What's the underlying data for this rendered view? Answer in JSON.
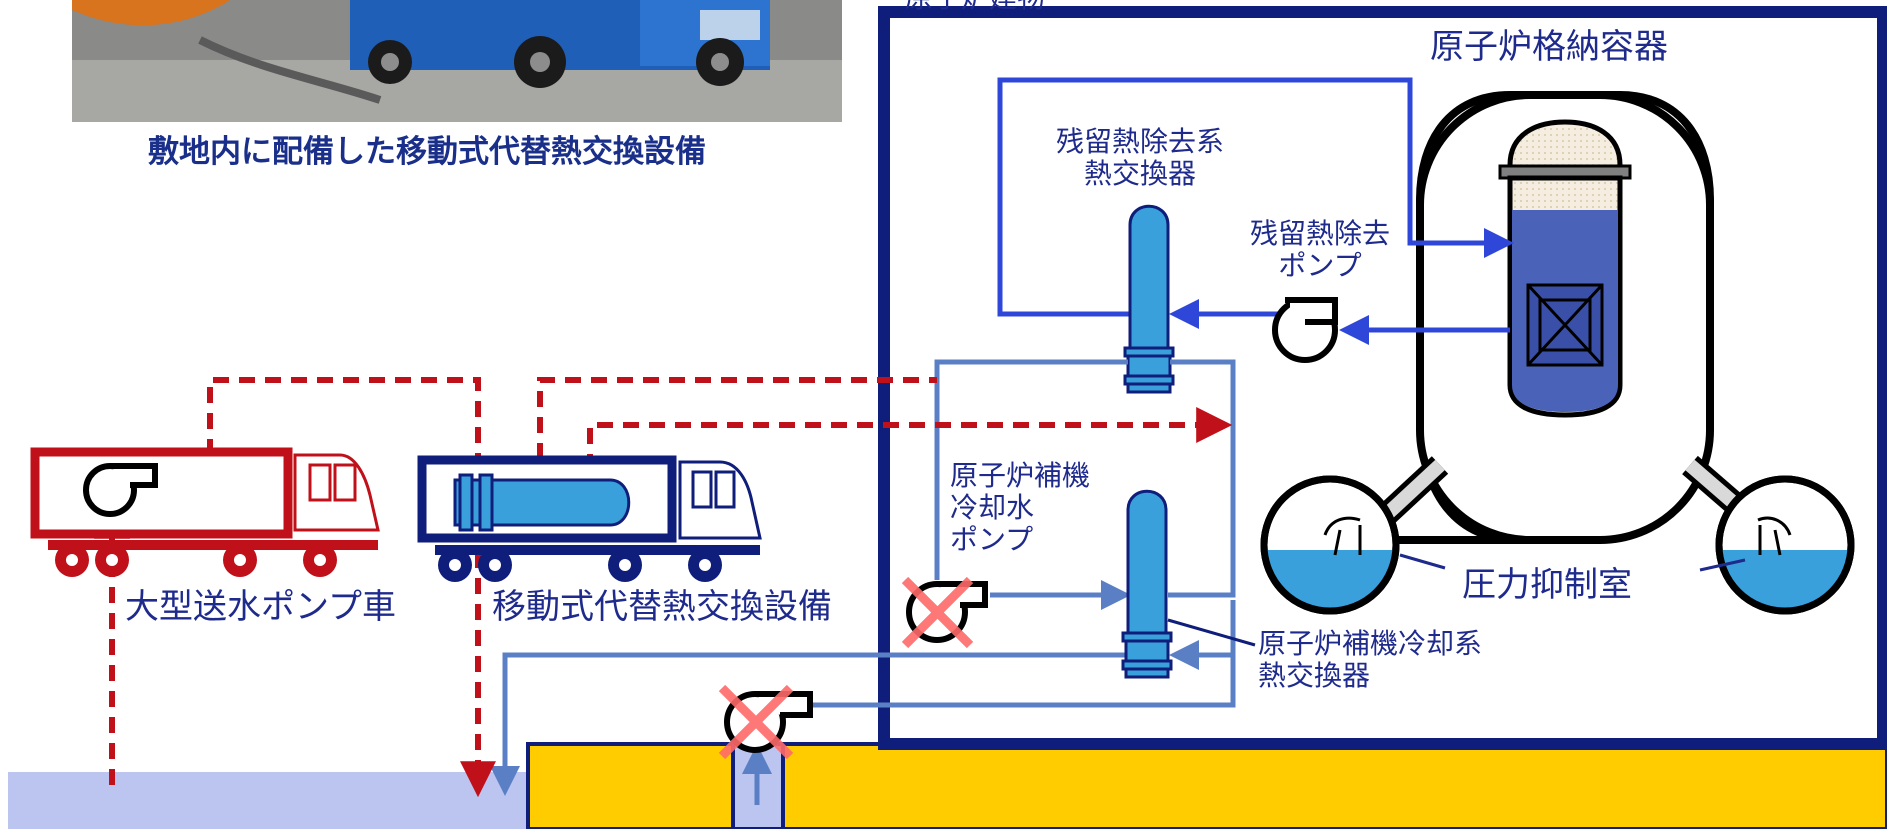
{
  "labels": {
    "building_title": "原子炉建物",
    "photo_caption": "敷地内に配備した移動式代替熱交換設備",
    "containment_vessel": "原子炉格納容器",
    "rhr_heat_exchanger": "残留熱除去系\n熱交換器",
    "rhr_pump": "残留熱除去\nポンプ",
    "rccw_pump": "原子炉補機\n冷却水\nポンプ",
    "rccw_heat_exchanger": "原子炉補機冷却系\n熱交換器",
    "suppression_chamber": "圧力抑制室",
    "pump_truck": "大型送水ポンプ車",
    "mobile_hx": "移動式代替熱交換設備"
  },
  "colors": {
    "building_frame": "#0f1e7a",
    "rhr_loop": "#2f47d8",
    "rccw_loop": "#5b7fc4",
    "alt_cooling": "#c0101a",
    "component_blue": "#3aa0dc",
    "reactor_blue": "#4a63b8",
    "sea": "#bcc4f0",
    "ground": "#ffcc00",
    "failed_mark": "#ff6a6a"
  },
  "status": {
    "rccw_pump": "failed",
    "seawater_pump": "failed"
  }
}
